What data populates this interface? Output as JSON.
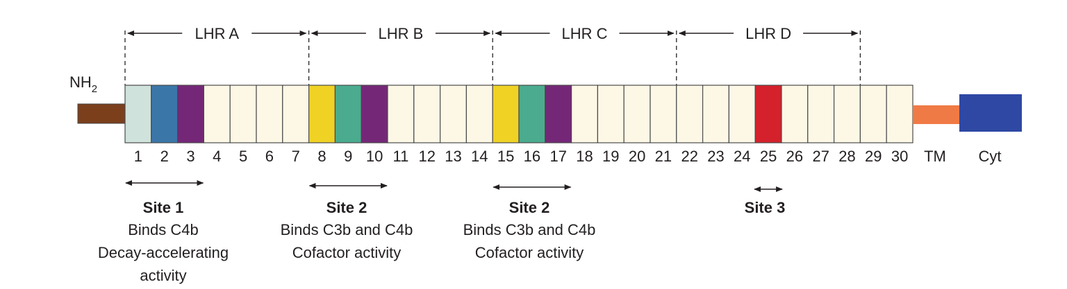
{
  "n_terminus_label": {
    "base": "NH",
    "sub": "2"
  },
  "regions": [
    {
      "label": "LHR A"
    },
    {
      "label": "LHR B"
    },
    {
      "label": "LHR C"
    },
    {
      "label": "LHR D"
    }
  ],
  "colors": {
    "default_box": "#fdf8e6",
    "box_border": "#4a4a4a",
    "stub": "#7b3f1c",
    "tm": "#f07a45",
    "cyt": "#2f48a4",
    "line": "#231f20"
  },
  "scr_numbers": [
    "1",
    "2",
    "3",
    "4",
    "5",
    "6",
    "7",
    "8",
    "9",
    "10",
    "11",
    "12",
    "13",
    "14",
    "15",
    "16",
    "17",
    "18",
    "19",
    "20",
    "21",
    "22",
    "23",
    "24",
    "25",
    "26",
    "27",
    "28",
    "29",
    "30"
  ],
  "highlighted_scrs": [
    {
      "n": 1,
      "color": "#cfe2dc"
    },
    {
      "n": 2,
      "color": "#3a76a8"
    },
    {
      "n": 3,
      "color": "#752777"
    },
    {
      "n": 8,
      "color": "#efd224"
    },
    {
      "n": 9,
      "color": "#4aab8e"
    },
    {
      "n": 10,
      "color": "#752777"
    },
    {
      "n": 15,
      "color": "#efd224"
    },
    {
      "n": 16,
      "color": "#4aab8e"
    },
    {
      "n": 17,
      "color": "#752777"
    },
    {
      "n": 25,
      "color": "#d4212b"
    }
  ],
  "tm_label": "TM",
  "cyt_label": "Cyt",
  "sites": [
    {
      "title": "Site 1",
      "lines": [
        "Binds C4b",
        "Decay-accelerating",
        "activity"
      ]
    },
    {
      "title": "Site 2",
      "lines": [
        "Binds C3b and C4b",
        "Cofactor activity"
      ]
    },
    {
      "title": "Site 2",
      "lines": [
        "Binds C3b and C4b",
        "Cofactor activity"
      ]
    },
    {
      "title": "Site 3",
      "lines": []
    }
  ]
}
